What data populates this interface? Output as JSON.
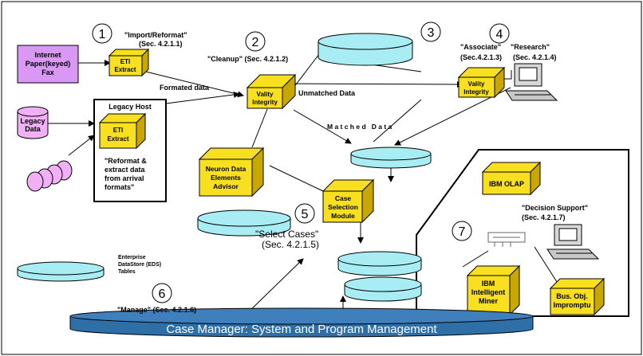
{
  "colors": {
    "cube_yellow": "#f8e020",
    "cube_yellow_side": "#c8a800",
    "cylinder_cyan": "#a8ecf4",
    "purple_box": "#d898f4",
    "purple_cyl": "#f0b0f4",
    "manager_bar": "#2f6fa8",
    "manager_text": "#ffffff",
    "stroke": "#000000"
  },
  "steps": {
    "s1": {
      "num": "1",
      "label": "\"Import/Reformat\"",
      "sec": "(Sec. 4.2.1.1)"
    },
    "s2": {
      "num": "2",
      "label": "\"Cleanup\" (Sec. 4.2.1.2)"
    },
    "s3": {
      "num": "3"
    },
    "s4": {
      "num": "4",
      "label_a": "\"Associate\"",
      "label_b": "\"Research\"",
      "sec_a": "(Sec.4.2.1.3)",
      "sec_b": "(Sec. 4.2.1.4)"
    },
    "s5": {
      "num": "5",
      "label": "\"Select Cases\"",
      "sec": "(Sec. 4.2.1.5)"
    },
    "s6": {
      "num": "6",
      "label": "\"Manage\" (Sec. 4.2.1.6)"
    },
    "s7": {
      "num": "7"
    }
  },
  "nodes": {
    "internet": {
      "l1": "Internet",
      "l2": "Paper(keyed)",
      "l3": "Fax"
    },
    "legacy_data": {
      "l1": "Legacy",
      "l2": "Data"
    },
    "legacy_host": {
      "title": "Legacy Host",
      "n1": "\"Reformat &",
      "n2": "extract data",
      "n3": "from arrival",
      "n4": "formats\""
    },
    "eti_top": {
      "l1": "ETI",
      "l2": "Extract"
    },
    "eti_host": {
      "l1": "ETI",
      "l2": "Extract"
    },
    "vality1": {
      "l1": "Vality",
      "l2": "Integrity"
    },
    "vality2": {
      "l1": "Vality",
      "l2": "Integrity"
    },
    "neuron": {
      "l1": "Neuron Data",
      "l2": "Elements",
      "l3": "Advisor"
    },
    "case_sel": {
      "l1": "Case",
      "l2": "Selection",
      "l3": "Module"
    },
    "ibm_olap": {
      "l1": "IBM OLAP"
    },
    "ibm_miner": {
      "l1": "IBM",
      "l2": "Intelligent",
      "l3": "Miner"
    },
    "busobj": {
      "l1": "Bus. Obj.",
      "l2": "Impromptu"
    },
    "eds_legend": {
      "l1": "Enterprise",
      "l2": "DataStore (EDS)",
      "l3": "Tables"
    },
    "decision": {
      "label": "\"Decision Support\"",
      "sec": "(Sec. 4.2.1.7)"
    }
  },
  "flows": {
    "formatted": "Formated data",
    "unmatched": "Unmatched Data",
    "matched": "M a t c h e d   D a t a"
  },
  "manager": {
    "label": "Case Manager:  System and Program Management"
  }
}
